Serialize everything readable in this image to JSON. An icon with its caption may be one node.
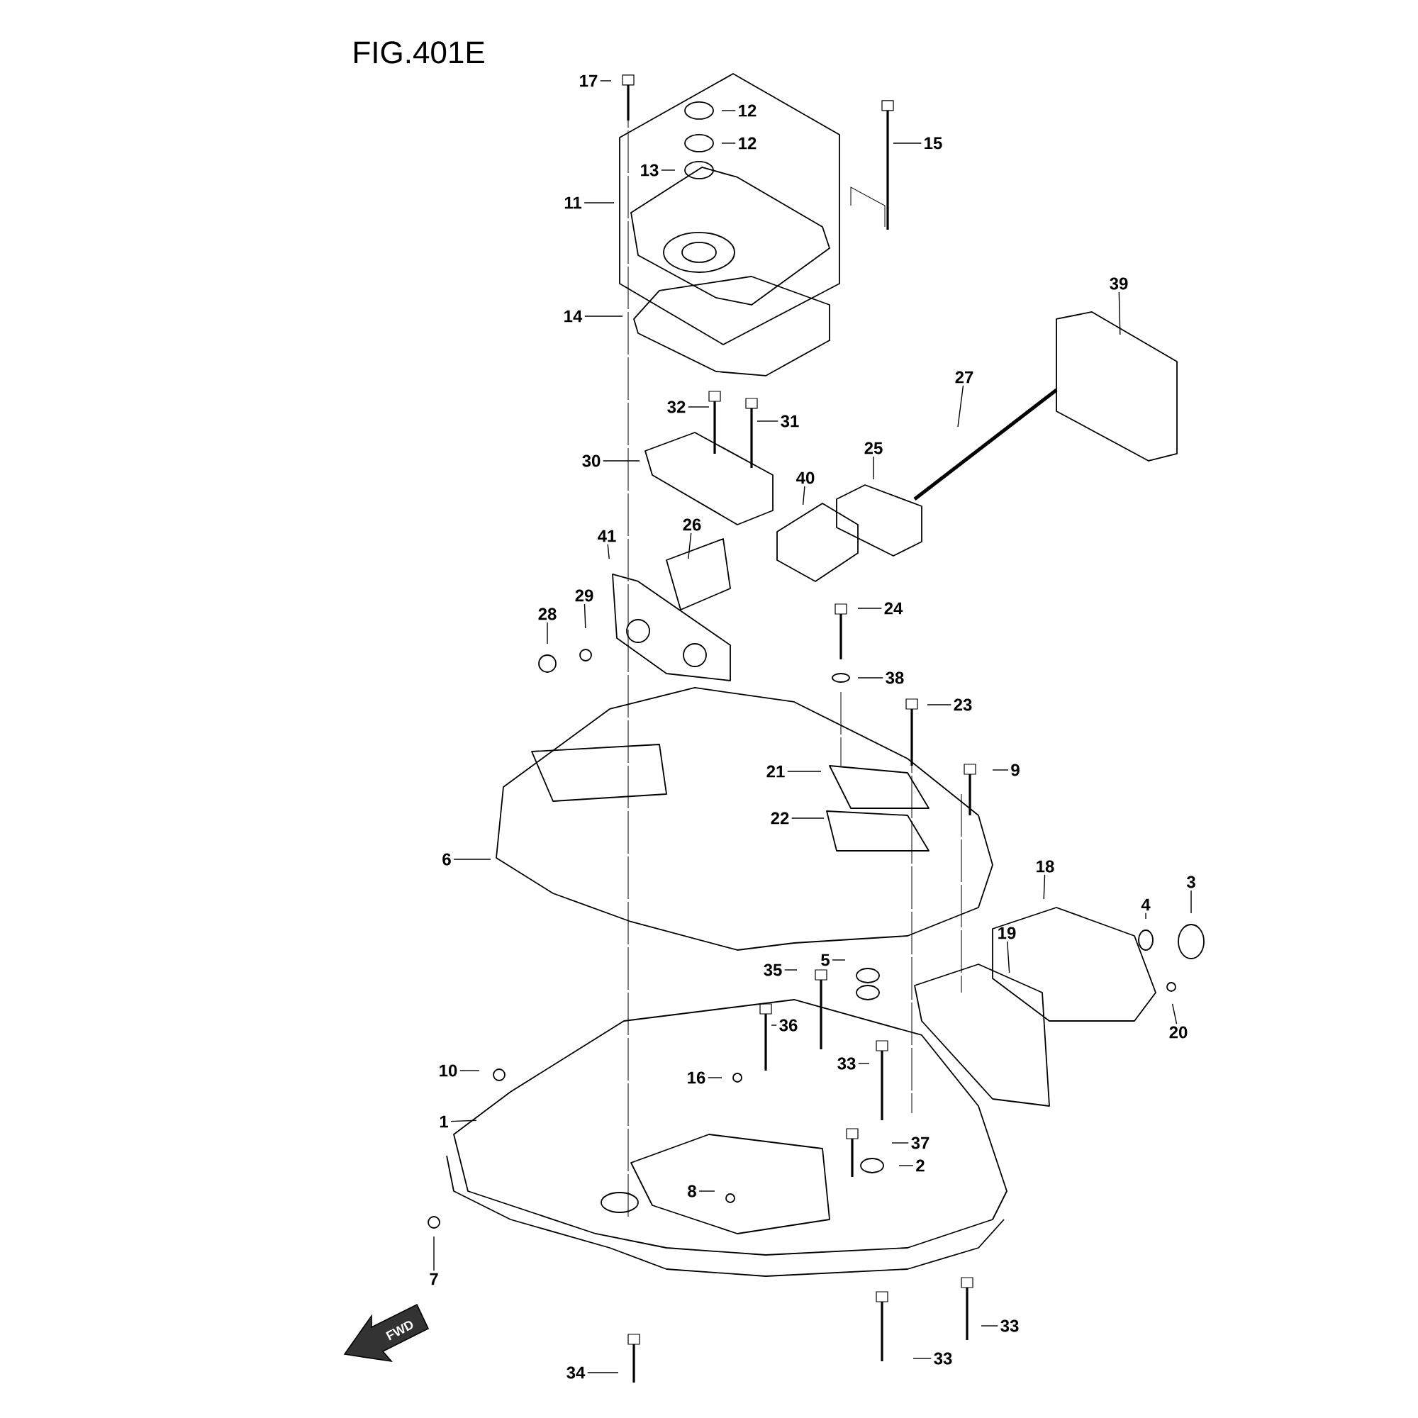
{
  "diagram": {
    "title": "FIG.401E",
    "nodes": [
      {
        "text": [
          "17"
        ]
      },
      {
        "text": [
          "12"
        ]
      },
      {
        "text": [
          "12"
        ]
      },
      {
        "text": [
          "13"
        ]
      },
      {
        "text": [
          "11"
        ]
      },
      {
        "text": [
          "15"
        ]
      },
      {
        "text": [
          "14"
        ]
      },
      {
        "text": [
          "39"
        ]
      },
      {
        "text": [
          "27"
        ]
      },
      {
        "text": [
          "32"
        ]
      },
      {
        "text": [
          "31"
        ]
      },
      {
        "text": [
          "30"
        ]
      },
      {
        "text": [
          "25"
        ]
      },
      {
        "text": [
          "40"
        ]
      },
      {
        "text": [
          "41"
        ]
      },
      {
        "text": [
          "26"
        ]
      },
      {
        "text": [
          "29"
        ]
      },
      {
        "text": [
          "28"
        ]
      },
      {
        "text": [
          "24"
        ]
      },
      {
        "text": [
          "38"
        ]
      },
      {
        "text": [
          "23"
        ]
      },
      {
        "text": [
          "9"
        ]
      },
      {
        "text": [
          "21"
        ]
      },
      {
        "text": [
          "22"
        ]
      },
      {
        "text": [
          "6"
        ]
      },
      {
        "text": [
          "18"
        ]
      },
      {
        "text": [
          "3"
        ]
      },
      {
        "text": [
          "4"
        ]
      },
      {
        "text": [
          "19"
        ]
      },
      {
        "text": [
          "5"
        ]
      },
      {
        "text": [
          "35"
        ]
      },
      {
        "text": [
          "20"
        ]
      },
      {
        "text": [
          "36"
        ]
      },
      {
        "text": [
          "10"
        ]
      },
      {
        "text": [
          "16"
        ]
      },
      {
        "text": [
          "33"
        ]
      },
      {
        "text": [
          "1"
        ]
      },
      {
        "text": [
          "37"
        ]
      },
      {
        "text": [
          "2"
        ]
      },
      {
        "text": [
          "8"
        ]
      },
      {
        "text": [
          "7"
        ]
      },
      {
        "text": [
          "33"
        ]
      },
      {
        "text": [
          "34"
        ]
      },
      {
        "text": [
          "33"
        ]
      }
    ],
    "edges": [
      {
        "from": 0,
        "to": null,
        "arrow": "none"
      },
      {
        "from": 1,
        "to": null,
        "arrow": "none"
      },
      {
        "from": 2,
        "to": null,
        "arrow": "none"
      },
      {
        "from": 3,
        "to": null,
        "arrow": "none"
      },
      {
        "from": 4,
        "to": null,
        "arrow": "none"
      },
      {
        "from": 5,
        "to": null,
        "arrow": "none"
      },
      {
        "from": 6,
        "to": null,
        "arrow": "none"
      },
      {
        "from": 7,
        "to": null,
        "arrow": "none"
      },
      {
        "from": 8,
        "to": null,
        "arrow": "none"
      },
      {
        "from": 9,
        "to": null,
        "arrow": "none"
      },
      {
        "from": 10,
        "to": null,
        "arrow": "none"
      },
      {
        "from": 11,
        "to": null,
        "arrow": "none"
      },
      {
        "from": 12,
        "to": null,
        "arrow": "none"
      },
      {
        "from": 13,
        "to": null,
        "arrow": "none"
      },
      {
        "from": 14,
        "to": null,
        "arrow": "none"
      },
      {
        "from": 15,
        "to": null,
        "arrow": "none"
      },
      {
        "from": 16,
        "to": null,
        "arrow": "none"
      },
      {
        "from": 17,
        "to": null,
        "arrow": "none"
      },
      {
        "from": 18,
        "to": null,
        "arrow": "none"
      },
      {
        "from": 19,
        "to": null,
        "arrow": "none"
      },
      {
        "from": 20,
        "to": null,
        "arrow": "none"
      },
      {
        "from": 21,
        "to": null,
        "arrow": "none"
      },
      {
        "from": 22,
        "to": null,
        "arrow": "none"
      },
      {
        "from": 23,
        "to": null,
        "arrow": "none"
      },
      {
        "from": 24,
        "to": null,
        "arrow": "none"
      },
      {
        "from": 25,
        "to": null,
        "arrow": "none"
      },
      {
        "from": 26,
        "to": null,
        "arrow": "none"
      },
      {
        "from": 27,
        "to": null,
        "arrow": "none"
      },
      {
        "from": 28,
        "to": null,
        "arrow": "none"
      },
      {
        "from": 29,
        "to": null,
        "arrow": "none"
      },
      {
        "from": 30,
        "to": null,
        "arrow": "none"
      },
      {
        "from": 31,
        "to": null,
        "arrow": "none"
      },
      {
        "from": 32,
        "to": null,
        "arrow": "none"
      },
      {
        "from": 33,
        "to": null,
        "arrow": "none"
      },
      {
        "from": 34,
        "to": null,
        "arrow": "none"
      },
      {
        "from": 35,
        "to": null,
        "arrow": "none"
      },
      {
        "from": 36,
        "to": null,
        "arrow": "none"
      },
      {
        "from": 37,
        "to": null,
        "arrow": "none"
      },
      {
        "from": 38,
        "to": null,
        "arrow": "none"
      },
      {
        "from": 39,
        "to": null,
        "arrow": "none"
      },
      {
        "from": 40,
        "to": null,
        "arrow": "none"
      },
      {
        "from": 41,
        "to": null,
        "arrow": "none"
      },
      {
        "from": 42,
        "to": null,
        "arrow": "none"
      },
      {
        "from": 43,
        "to": null,
        "arrow": "none"
      }
    ],
    "labels": [
      "FWD"
    ]
  }
}
